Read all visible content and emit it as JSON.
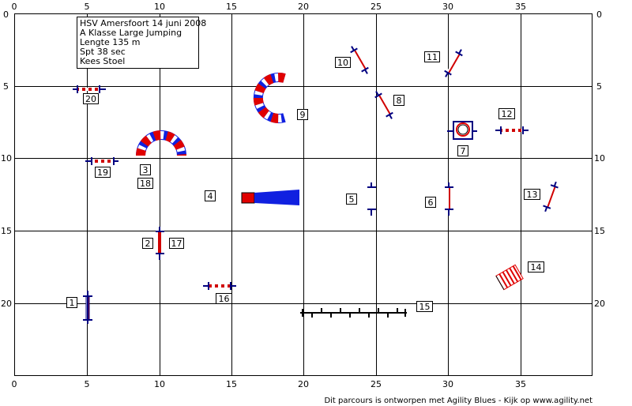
{
  "info_box": {
    "lines": [
      "HSV Amersfoort 14 juni 2008",
      "A Klasse Large Jumping",
      "Lengte 135 m",
      "Spt 38 sec",
      "Kees Stoel"
    ]
  },
  "axes": {
    "x_ticks": [
      "0",
      "5",
      "10",
      "15",
      "20",
      "25",
      "30",
      "35"
    ],
    "y_ticks": [
      "0",
      "5",
      "10",
      "15",
      "20"
    ]
  },
  "obstacle_numbers": {
    "n1": "1",
    "n2": "2",
    "n3": "3",
    "n4": "4",
    "n5": "5",
    "n6": "6",
    "n7": "7",
    "n8": "8",
    "n9": "9",
    "n10": "10",
    "n11": "11",
    "n12": "12",
    "n13": "13",
    "n14": "14",
    "n15": "15",
    "n16": "16",
    "n17": "17",
    "n18": "18",
    "n19": "19",
    "n20": "20"
  },
  "footer": "Dit parcours is ontworpen met Agility Blues - Kijk op www.agility.net",
  "colors": {
    "red": "#e00000",
    "blue": "#1020e0",
    "dark_blue": "#000080",
    "grid": "#000000"
  }
}
